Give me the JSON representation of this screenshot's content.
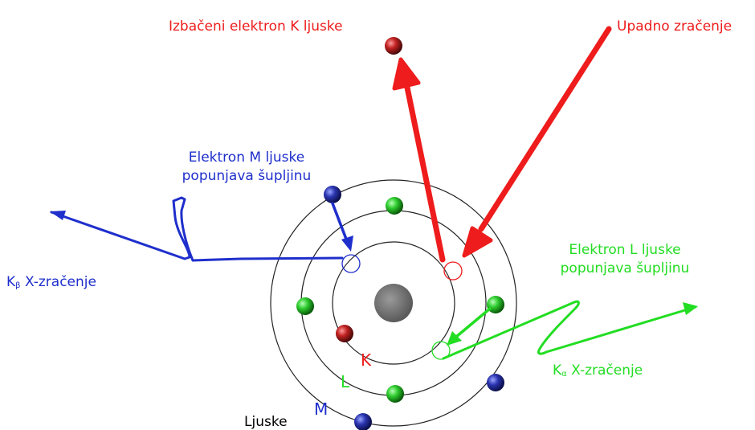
{
  "colors": {
    "red": "#ee1c1c",
    "blue": "#1f2fcc",
    "green": "#22dd22",
    "nucleus": "#777777",
    "orbit": "#222222"
  },
  "labels": {
    "ejected_electron": "Izbačeni elektron K ljuske",
    "incident_radiation": "Upadno zračenje",
    "m_electron_line1": "Elektron M ljuske",
    "m_electron_line2": "popunjava šupljinu",
    "l_electron_line1": "Elektron L ljuske",
    "l_electron_line2": "popunjava šupljinu",
    "kbeta_main": "K",
    "kbeta_sub": "β",
    "kbeta_rest": " X-zračenje",
    "kalpha_main": "K",
    "kalpha_sub": "α",
    "kalpha_rest": " X-zračenje",
    "shell_k": "K",
    "shell_l": "L",
    "shell_m": "M",
    "shells": "Ljuske"
  }
}
